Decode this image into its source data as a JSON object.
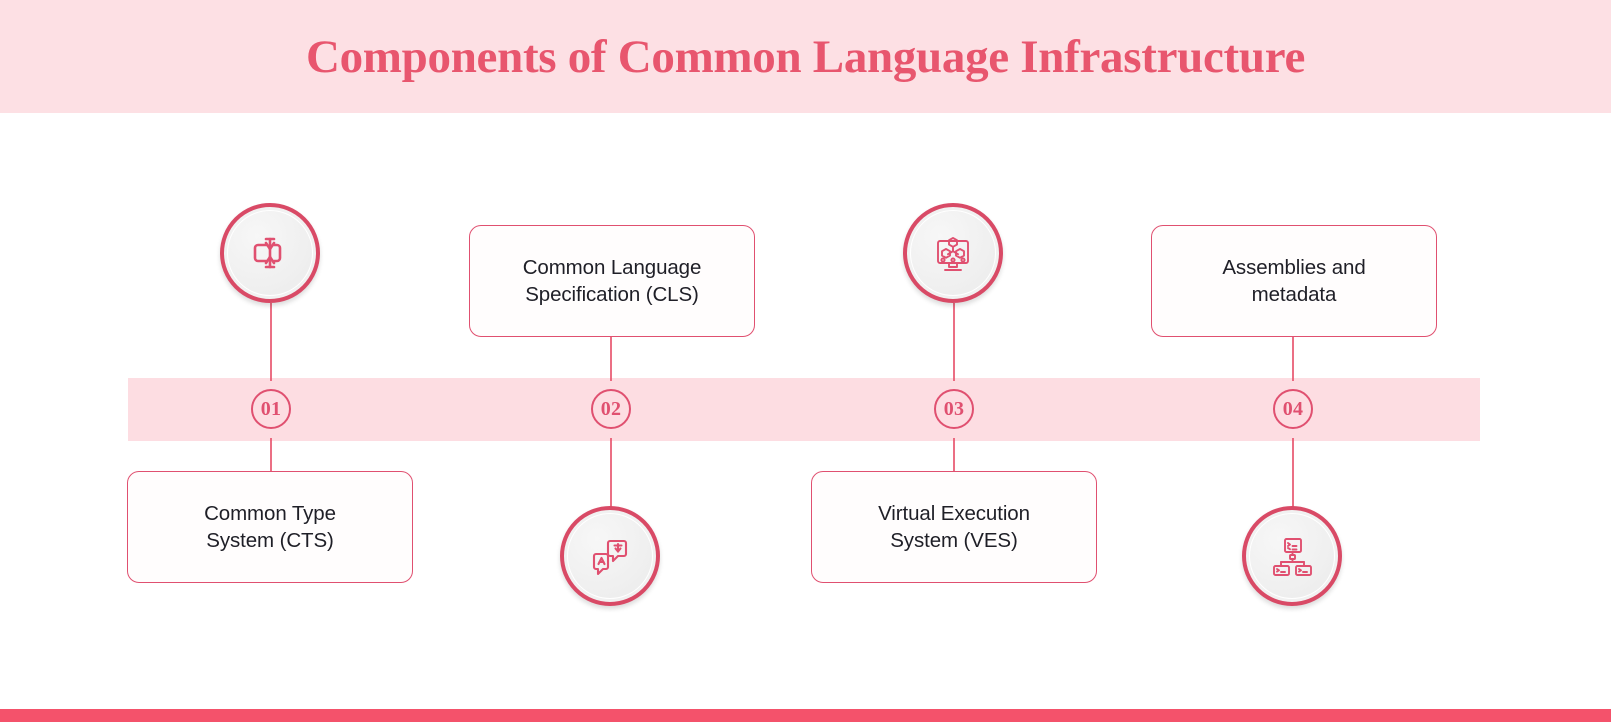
{
  "header": {
    "title": "Components of Common Language Infrastructure"
  },
  "colors": {
    "header_band": "#fde0e4",
    "title_text": "#e8566e",
    "timeline_bar": "#fdddE2",
    "accent_border": "#e05070",
    "icon_ring": "#d94a66",
    "icon_fill": "#f1f1f1",
    "box_text": "#1f1f27",
    "bottom_bar": "#f4526b",
    "canvas": "#ffffff"
  },
  "timeline": {
    "steps": [
      {
        "number": "01",
        "label": "Common Type\nSystem (CTS)",
        "label_position": "below",
        "icon_position": "above",
        "icon_name": "type-system-icon"
      },
      {
        "number": "02",
        "label": "Common Language\nSpecification (CLS)",
        "label_position": "above",
        "icon_position": "below",
        "icon_name": "translation-icon"
      },
      {
        "number": "03",
        "label": "Virtual Execution\nSystem (VES)",
        "label_position": "below",
        "icon_position": "above",
        "icon_name": "monitor-cubes-icon"
      },
      {
        "number": "04",
        "label": "Assemblies and\nmetadata",
        "label_position": "above",
        "icon_position": "below",
        "icon_name": "assembly-hierarchy-icon"
      }
    ]
  }
}
